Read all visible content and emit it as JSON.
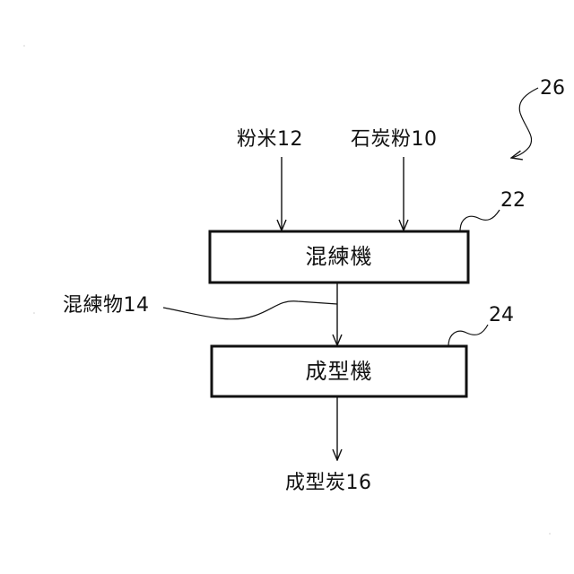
{
  "inputs": {
    "rice_flour": "粉米12",
    "coal_powder": "石炭粉10"
  },
  "kneader": {
    "label": "混練機",
    "ref": "22"
  },
  "kneaded_material": "混練物14",
  "molding_machine": {
    "label": "成型機",
    "ref": "24"
  },
  "output": "成型炭16",
  "system_ref": "26",
  "colors": {
    "line": "#111111",
    "background": "#ffffff"
  }
}
